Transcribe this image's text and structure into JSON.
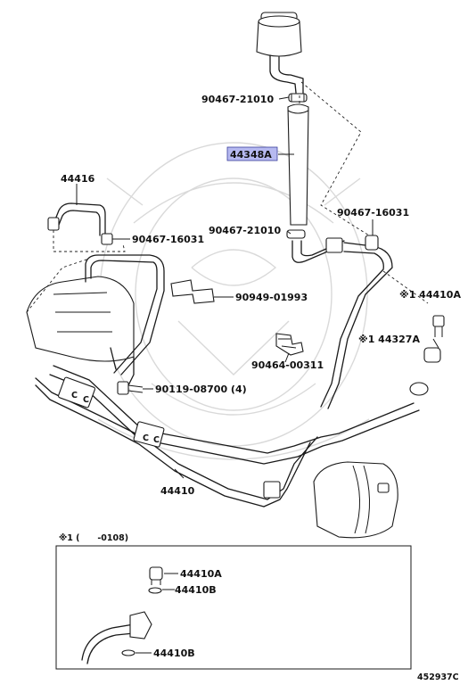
{
  "callouts": [
    {
      "id": "c-90467-21010-top",
      "text": "90467-21010"
    },
    {
      "id": "c-44348a",
      "text": "44348A",
      "highlight": "#b6b9f0"
    },
    {
      "id": "c-44416",
      "text": "44416"
    },
    {
      "id": "c-90467-16031-left",
      "text": "90467-16031"
    },
    {
      "id": "c-90467-21010-bot",
      "text": "90467-21010"
    },
    {
      "id": "c-90467-16031-right",
      "text": "90467-16031"
    },
    {
      "id": "c-90949-01993",
      "text": "90949-01993"
    },
    {
      "id": "c-44410a",
      "text": "※1 44410A"
    },
    {
      "id": "c-44327a",
      "text": "※1 44327A"
    },
    {
      "id": "c-90464-00311",
      "text": "90464-00311"
    },
    {
      "id": "c-90119-08700",
      "text": "90119-08700 (4)"
    },
    {
      "id": "c-44410",
      "text": "44410"
    }
  ],
  "inset": {
    "header": "※1 (      -0108)",
    "labels": [
      "44410A",
      "44410B",
      "44410B"
    ]
  },
  "footer": {
    "code": "452937C"
  },
  "colors": {
    "highlight": "#b6b9f0",
    "line": "#1a1a1a",
    "watermark": "#d9d9d9"
  }
}
